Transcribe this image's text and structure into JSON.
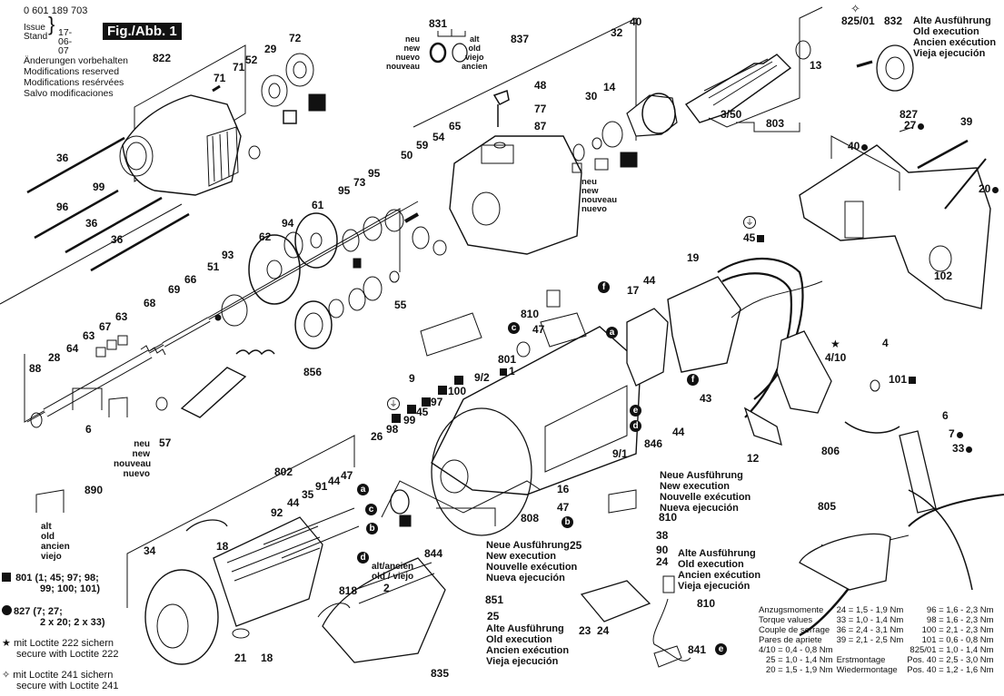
{
  "header": {
    "document_number": "0 601 189 703",
    "issue_label": "Issue",
    "stand_label": "Stand",
    "issue_date": "17-06-07",
    "figure_title": "Fig./Abb. 1",
    "modifications": [
      "Änderungen vorbehalten",
      "Modifications reserved",
      "Modifications resérvées",
      "Salvo modificaciones"
    ]
  },
  "variants": {
    "old_831": [
      "alt",
      "old",
      "viejo",
      "ancien"
    ],
    "new_831": [
      "neu",
      "new",
      "nuevo",
      "nouveau"
    ],
    "new_6": [
      "neu",
      "new",
      "nouveau",
      "nuevo"
    ],
    "old_890": [
      "alt",
      "old",
      "ancien",
      "viejo"
    ],
    "new_30": [
      "neu",
      "new",
      "nouveau",
      "nuevo"
    ],
    "old_832": [
      "Alte Ausführung",
      "Old execution",
      "Ancien exécution",
      "Vieja ejecución"
    ],
    "new_16": [
      "Neue Ausführung",
      "New execution",
      "Nouvelle exécution",
      "Nueva ejecución"
    ],
    "new_25": [
      "Neue Ausführung",
      "New execution",
      "Nouvelle exécution",
      "Nueva ejecución"
    ],
    "old_24": [
      "Alte Ausführung",
      "Old execution",
      "Ancien exécution",
      "Vieja ejecución"
    ],
    "old_25": [
      "Alte Ausführung",
      "Old execution",
      "Ancien exécution",
      "Vieja ejecución"
    ],
    "old_2": "alt/ancien",
    "old_2b": "old / viejo"
  },
  "legend": {
    "square_kit": "801 (1; 45; 97; 98;",
    "square_kit_2": "99; 100; 101)",
    "dot_kit": "827 (7; 27;",
    "dot_kit_2": "2 x 20; 2 x 33)",
    "star_1": "mit Loctite 222 sichern",
    "star_2": "secure with Loctite 222",
    "diamond_1": "mit Loctite 241 sichern",
    "diamond_2": "secure with Loctite 241"
  },
  "torque": {
    "labels": [
      "Anzugsmomente",
      "Torque values",
      "Couple de serrage",
      "Pares de apriete"
    ],
    "col1": [
      "24 = 1,5 - 1,9 Nm",
      "33 = 1,0 - 1,4 Nm",
      "36 = 2,4 - 3,1 Nm",
      "39 = 2,1 - 2,5 Nm"
    ],
    "col2": [
      "96 = 1,6 - 2,3 Nm",
      "98 = 1,6 - 2,3 Nm",
      "100 = 2,1 - 2,3 Nm",
      "101 = 0,6 - 0,8 Nm"
    ],
    "row5_left": "4/10 = 0,4 - 0,8 Nm",
    "row5_right": "825/01 = 1,0 - 1,4 Nm",
    "row6_left": "25 = 1,0 - 1,4 Nm",
    "row6_mid": "Erstmontage",
    "row6_right": "Pos. 40 = 2,5 - 3,0 Nm",
    "row7_left": "20 = 1,5 - 1,9 Nm",
    "row7_mid": "Wiedermontage",
    "row7_right": "Pos. 40 = 1,2 - 1,6 Nm"
  },
  "connectors": [
    "a",
    "b",
    "c",
    "d",
    "e",
    "f"
  ],
  "parts": {
    "p822": "822",
    "p71a": "71",
    "p71b": "71",
    "p52": "52",
    "p29": "29",
    "p72": "72",
    "p36a": "36",
    "p99a": "99",
    "p96": "96",
    "p36b": "36",
    "p36c": "36",
    "p831": "831",
    "p837": "837",
    "p48": "48",
    "p77": "77",
    "p87": "87",
    "p65": "65",
    "p54": "54",
    "p59": "59",
    "p50": "50",
    "p32": "32",
    "p40a": "40",
    "p14": "14",
    "p30": "30",
    "p3_50": "3/50",
    "p803": "803",
    "p13": "13",
    "p825_01": "825/01",
    "p832": "832",
    "p827": "827",
    "p27": "27",
    "p39": "39",
    "p40b": "40",
    "p20": "20",
    "p102": "102",
    "p95a": "95",
    "p73": "73",
    "p95b": "95",
    "p61": "61",
    "p94": "94",
    "p62": "62",
    "p93": "93",
    "p51": "51",
    "p66": "66",
    "p69": "69",
    "p68": "68",
    "p55": "55",
    "p63a": "63",
    "p67": "67",
    "p63b": "63",
    "p64": "64",
    "p28": "28",
    "p88": "88",
    "p856": "856",
    "p57": "57",
    "p6a": "6",
    "p45a": "45",
    "p19": "19",
    "p17": "17",
    "p44a": "44",
    "p810a": "810",
    "p47a": "47",
    "p801": "801",
    "p1": "1",
    "p9_2": "9/2",
    "p100": "100",
    "p9": "9",
    "p97": "97",
    "p45b": "45",
    "p99b": "99",
    "p98": "98",
    "p26": "26",
    "p43": "43",
    "p846": "846",
    "p44b": "44",
    "p9_1": "9/1",
    "p4": "4",
    "p4_10": "4/10",
    "p101": "101",
    "p12": "12",
    "p806": "806",
    "p6b": "6",
    "p7": "7",
    "p33": "33",
    "p890": "890",
    "p802": "802",
    "p92": "92",
    "p44c": "44",
    "p35": "35",
    "p91": "91",
    "p44d": "44",
    "p47b": "47",
    "p34": "34",
    "p18a": "18",
    "p18b": "18",
    "p21": "21",
    "p818": "818",
    "p2": "2",
    "p844": "844",
    "p835": "835",
    "p808": "808",
    "p16": "16",
    "p47c": "47",
    "p810b": "810",
    "p38": "38",
    "p25a": "25",
    "p90": "90",
    "p24a": "24",
    "p851": "851",
    "p25b": "25",
    "p23": "23",
    "p24b": "24",
    "p810c": "810",
    "p841": "841",
    "p805": "805"
  }
}
